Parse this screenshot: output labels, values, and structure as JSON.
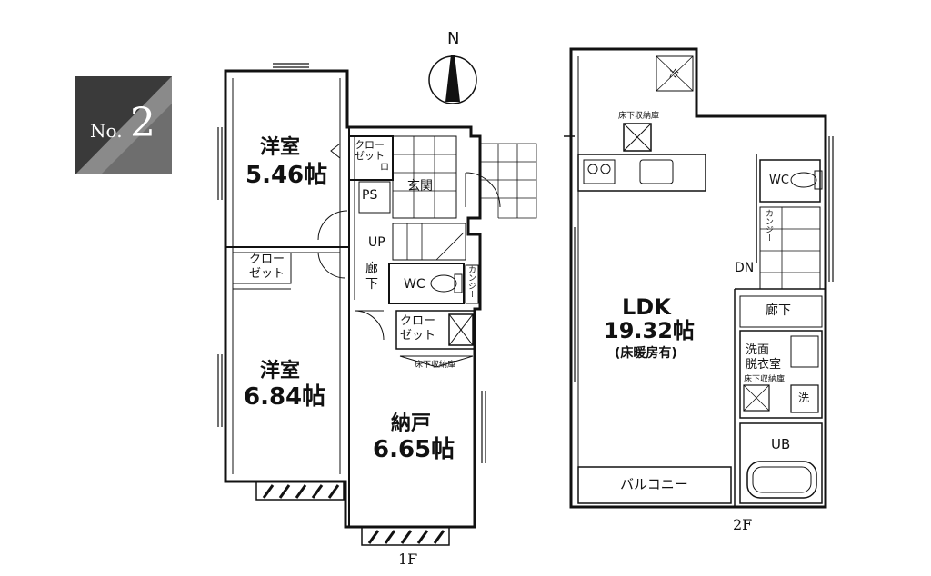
{
  "badge": {
    "prefix": "No.",
    "number": "2"
  },
  "compass": {
    "north": "N"
  },
  "floor1": {
    "label": "1F",
    "rooms": {
      "youshitsu1_name": "洋室",
      "youshitsu1_size": "5.46帖",
      "youshitsu2_name": "洋室",
      "youshitsu2_size": "6.84帖",
      "nando_name": "納戸",
      "nando_size": "6.65帖",
      "closet_top": "クロー\nゼット",
      "closet_top_sub": "ロ",
      "closet_left": "クロー\nゼット",
      "closet_mid": "クロー\nゼット",
      "genkan": "玄関",
      "ps": "PS",
      "up": "UP",
      "rouka": "廊\n下",
      "wc": "WC",
      "kanzashi1": "カンジー",
      "underfloor": "床下収納庫"
    }
  },
  "floor2": {
    "label": "2F",
    "rooms": {
      "ldk_name": "LDK",
      "ldk_size": "19.32帖",
      "ldk_note": "(床暖房有)",
      "underfloor_top": "床下収納庫",
      "fridge_mark": "冷",
      "wc": "WC",
      "kanzashi2": "カンジー",
      "dn": "DN",
      "rouka": "廊下",
      "senmen": "洗面\n脱衣室",
      "underfloor_mid": "床下収納庫",
      "wash_mark": "洗",
      "ub": "UB",
      "balcony": "バルコニー"
    }
  }
}
